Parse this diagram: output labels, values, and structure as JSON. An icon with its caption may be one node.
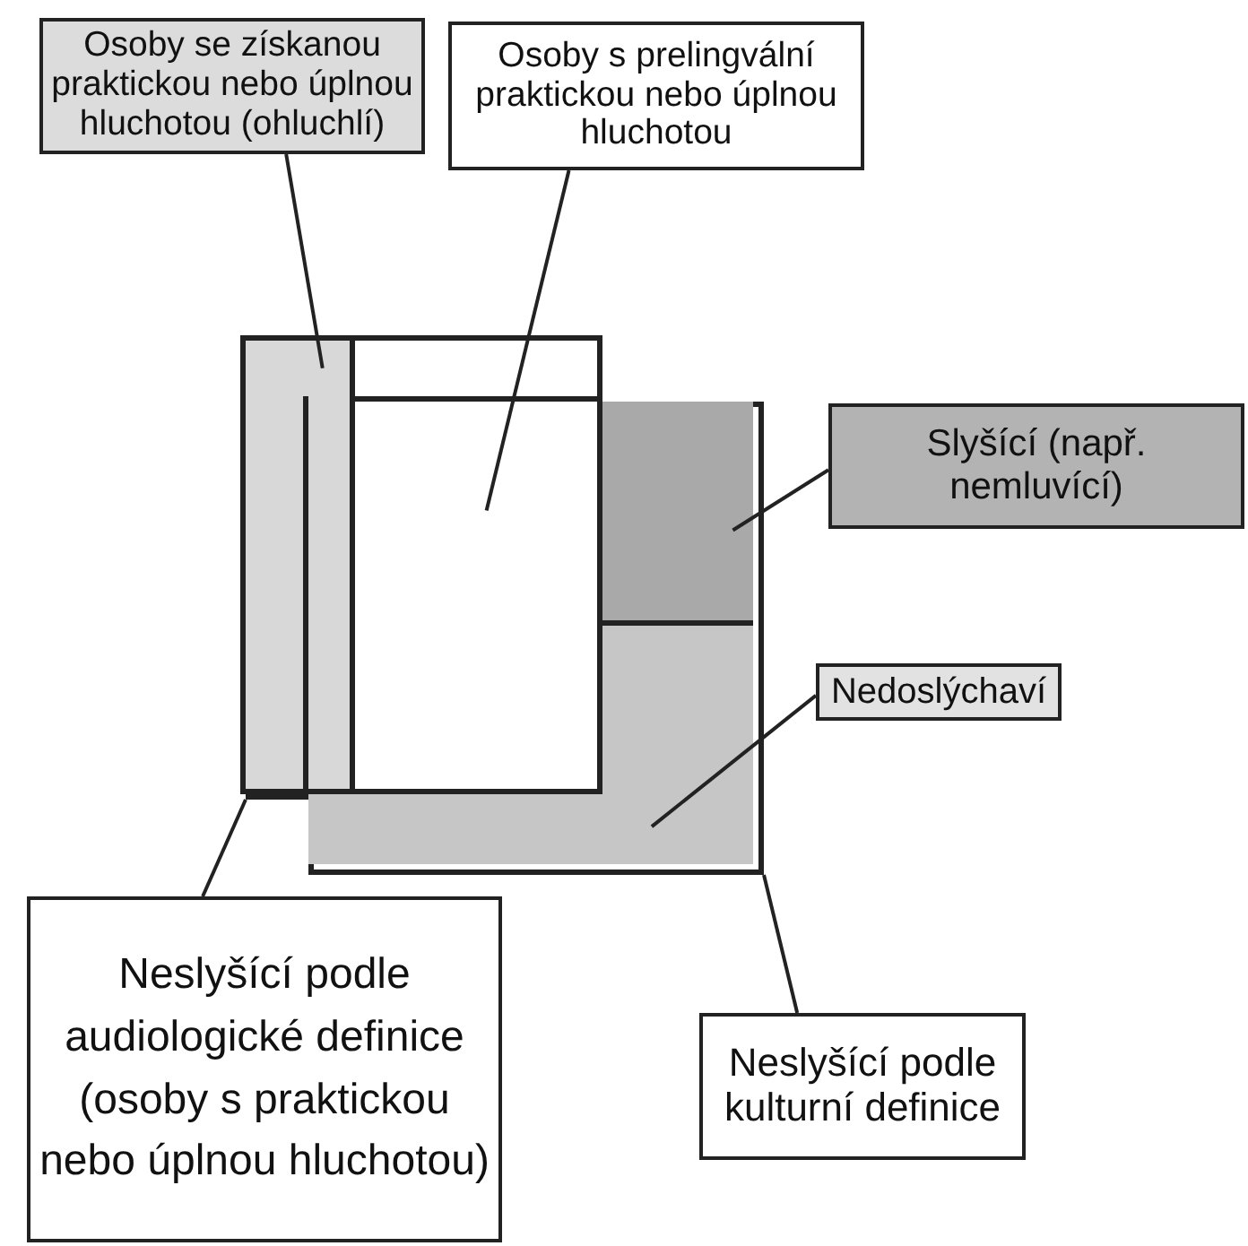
{
  "diagram": {
    "nodes": [
      {
        "text": [
          "Osoby se získanou praktickou nebo úplnou hluchotou (ohluchlí)"
        ]
      },
      {
        "text": [
          "Osoby s prelingvální praktickou nebo úplnou hluchotou"
        ]
      },
      {
        "text": [
          "Slyšící (např. nemluvící)"
        ]
      },
      {
        "text": [
          "Nedoslýchaví"
        ]
      },
      {
        "text": [
          "Neslyšící podle audiologické definice (osoby s praktickou nebo úplnou hluchotou)"
        ]
      },
      {
        "text": [
          "Neslyšící podle kulturní definice"
        ]
      },
      {
        "text": [],
        "shape": "box"
      },
      {
        "text": [],
        "shape": "box"
      },
      {
        "text": [],
        "shape": "box",
        "in": 6
      },
      {
        "text": [],
        "shape": "box",
        "in": 6
      },
      {
        "text": [],
        "shape": "box",
        "in": 7
      },
      {
        "text": [],
        "shape": "box",
        "in": 7
      }
    ],
    "edges": [
      {
        "from": 0,
        "to": 8,
        "arrow": "none"
      },
      {
        "from": 1,
        "to": 9,
        "arrow": "none"
      },
      {
        "from": 2,
        "to": 10,
        "arrow": "none"
      },
      {
        "from": 3,
        "to": 11,
        "arrow": "none"
      },
      {
        "from": 4,
        "to": 6,
        "arrow": "none"
      },
      {
        "from": 5,
        "to": 7,
        "arrow": "none"
      }
    ]
  }
}
